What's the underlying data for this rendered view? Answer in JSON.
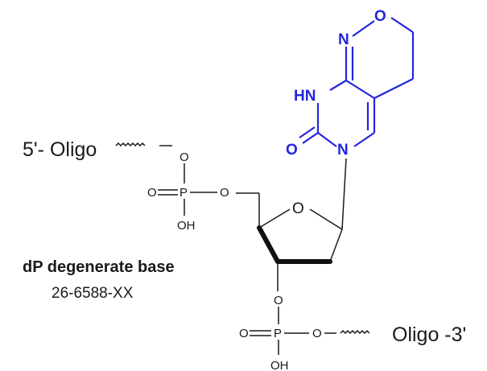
{
  "labels": {
    "five_prime": "5'- Oligo",
    "three_prime": "Oligo -3'",
    "base_name": "dP degenerate base",
    "catalog": "26-6588-XX"
  },
  "atoms": {
    "ring_o": "O",
    "ring_n_top": "N",
    "nh": "HN",
    "carbonyl_o": "O",
    "ring_n_bottom": "N",
    "furanose_o": "O",
    "p5_o_top": "O",
    "p5_o_double": "O",
    "p5_p": "P",
    "p5_o_right": "O",
    "p5_oh": "OH",
    "p3_o_top": "O",
    "p3_o_double": "O",
    "p3_p": "P",
    "p3_o_right": "O",
    "p3_oh": "OH"
  },
  "colors": {
    "base_color": "#2424e0",
    "bond_color": "#1a1a1a"
  }
}
